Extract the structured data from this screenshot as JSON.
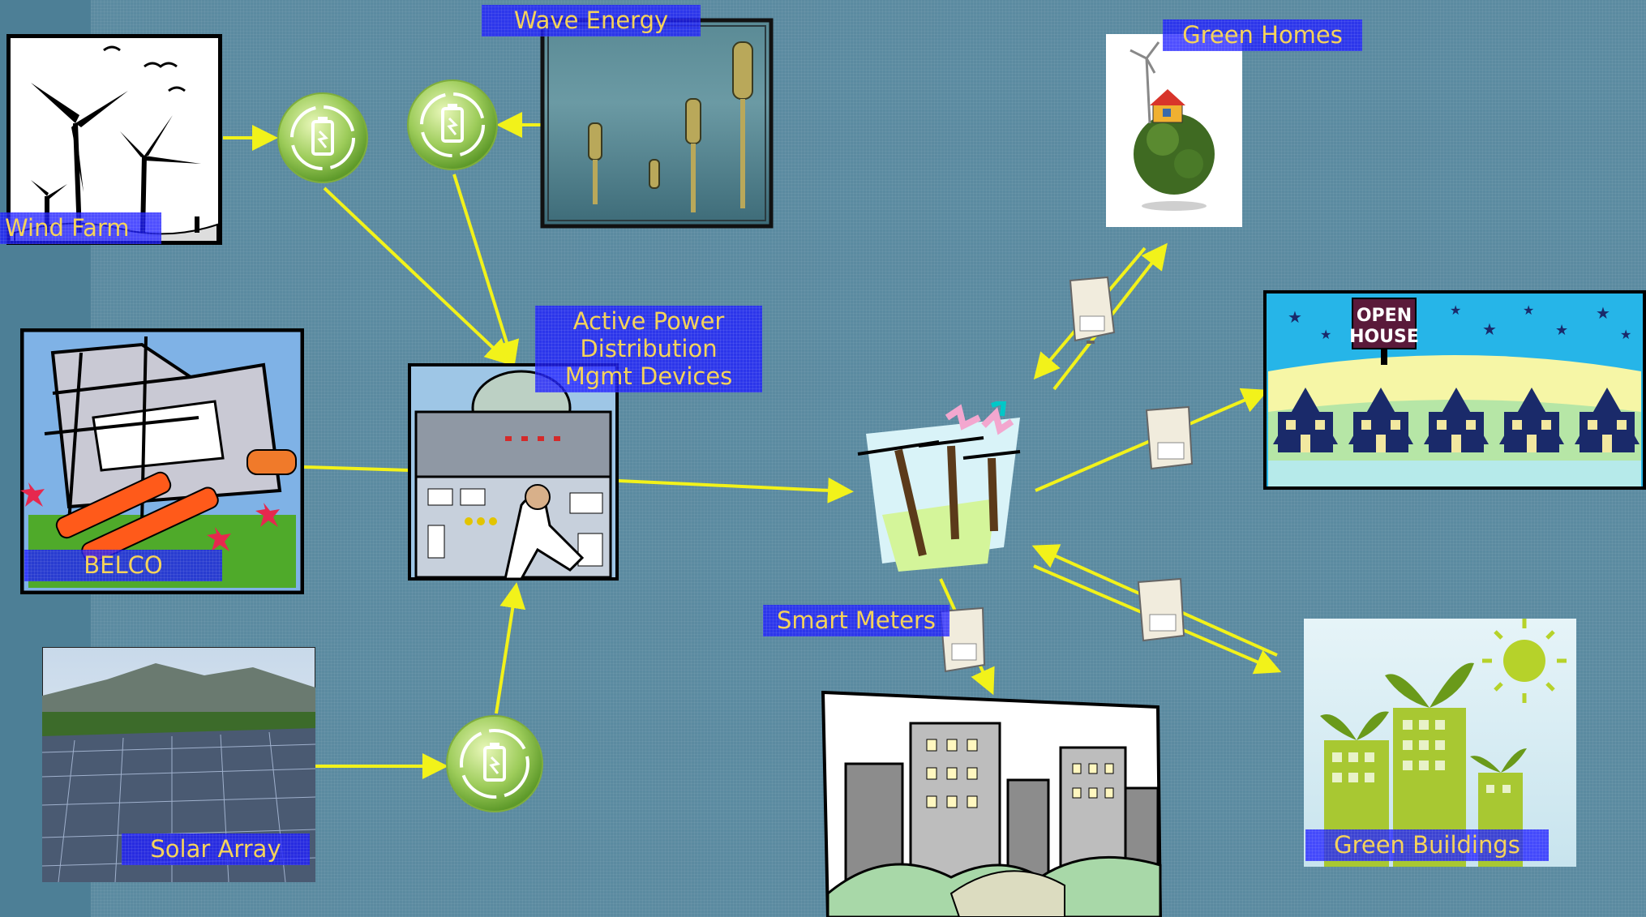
{
  "labels": {
    "wind_farm": "Wind Farm",
    "wave_energy": "Wave Energy",
    "belco": "BELCO",
    "solar_array": "Solar Array",
    "active_power_line1": "Active Power",
    "active_power_line2": "Distribution",
    "active_power_line3": "Mgmt Devices",
    "smart_meters": "Smart Meters",
    "green_homes": "Green Homes",
    "green_buildings": "Green Buildings",
    "open_house_line1": "OPEN",
    "open_house_line2": "HOUSE"
  },
  "colors": {
    "background": "#5b8aa0",
    "arrow": "#f2f21a",
    "label_bg": "#1e1eff",
    "label_text": "#f5d35a"
  },
  "icons": [
    "battery-recycle-icon",
    "smart-meter-icon",
    "power-lines-icon"
  ]
}
